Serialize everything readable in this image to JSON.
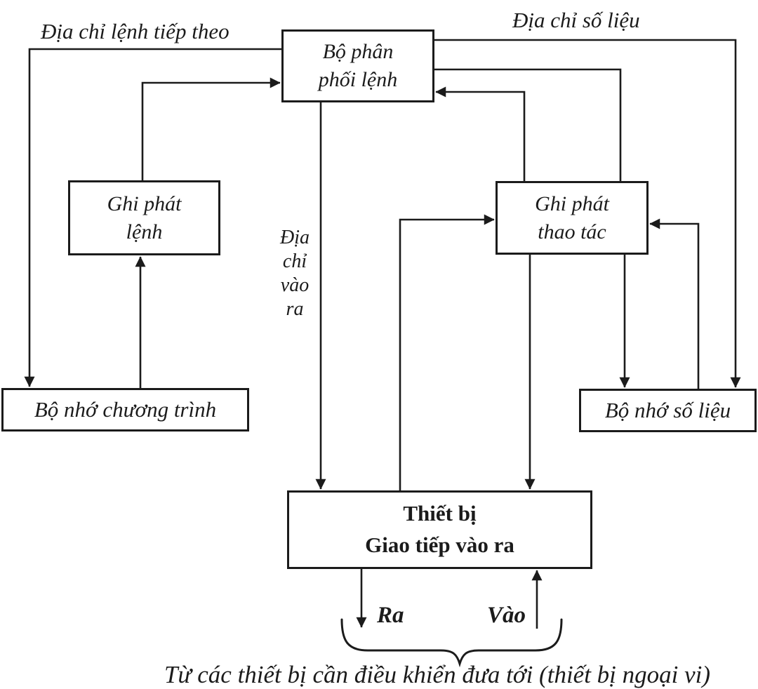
{
  "diagram": {
    "title_hint": "Instruction dispatch block diagram (Vietnamese)",
    "colors": {
      "ink": "#1b1b1b",
      "background": "#ffffff"
    },
    "boxes": {
      "dispatcher": "Bộ phân\nphối lệnh",
      "cmd_register": "Ghi phát\nlệnh",
      "op_register": "Ghi phát\nthao tác",
      "program_memory": "Bộ nhớ chương trình",
      "data_memory": "Bộ nhớ số liệu",
      "io_device": "Thiết bị\nGiao tiếp vào ra"
    },
    "labels": {
      "next_instruction_address": "Địa chỉ lệnh tiếp theo",
      "data_address": "Địa chỉ số liệu",
      "io_address": "Địa\nchỉ\nvào\nra",
      "out": "Ra",
      "in": "Vào",
      "caption": "Từ các thiết bị cần điều khiển đưa tới (thiết bị ngoại vi)"
    }
  }
}
